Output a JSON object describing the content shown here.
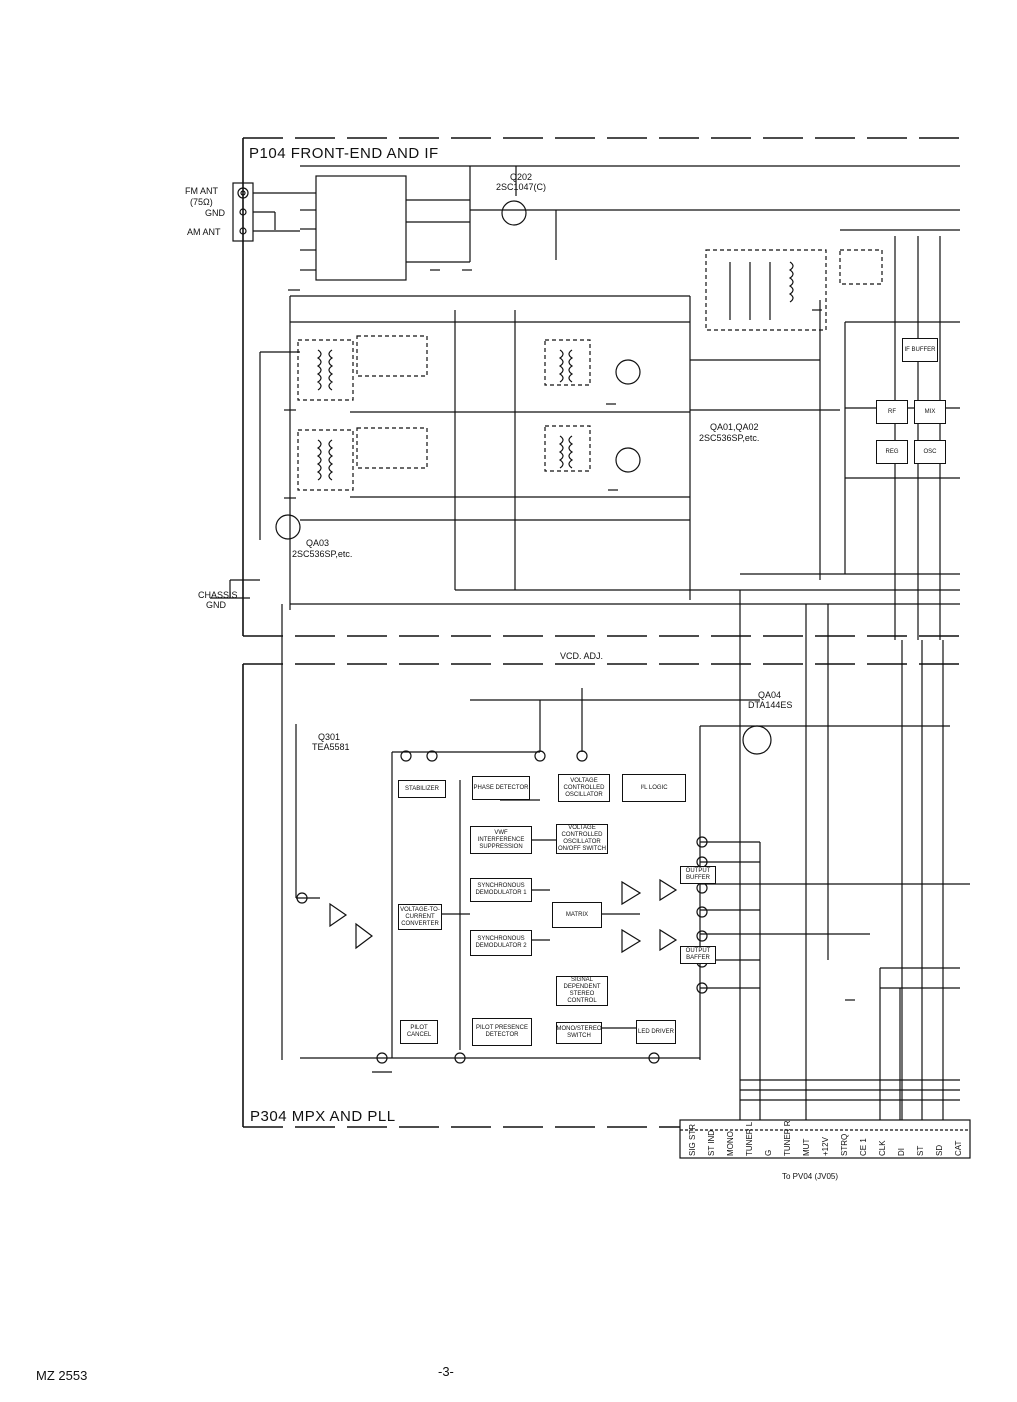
{
  "document": {
    "model": "MZ 2553",
    "page_number": "-3-"
  },
  "front_end": {
    "title": "P104 FRONT-END AND IF",
    "antenna_labels": [
      "FM ANT",
      "(75Ω)",
      "GND",
      "AM ANT"
    ],
    "chassis_gnd": [
      "CHASSIS",
      "GND"
    ],
    "transistors": [
      "Q202",
      "2SC1047(C)",
      "QA01,QA02",
      "2SC536SP,etc.",
      "QA03",
      "2SC536SP,etc."
    ],
    "blocks": [
      "RF",
      "MIX",
      "REG",
      "OSC",
      "IF BUFFER"
    ]
  },
  "mpx": {
    "title": "P304 MPX AND PLL",
    "vcd_adj": "VCD. ADJ.",
    "ic": [
      "Q301",
      "TEA5581"
    ],
    "q304": [
      "QA04",
      "DTA144ES"
    ],
    "blocks": [
      "STABILIZER",
      "PHASE DETECTOR",
      "VOLTAGE CONTROLLED OSCILLATOR",
      "I²L LOGIC",
      "VWF INTERFERENCE SUPPRESSION",
      "VOLTAGE CONTROLLED OSCILLATOR ON/OFF SWITCH",
      "SYNCHRONOUS DEMODULATOR 1",
      "SYNCHRONOUS DEMODULATOR 2",
      "VOLTAGE-TO-CURRENT CONVERTER",
      "MATRIX",
      "SIGNAL DEPENDENT STEREO CONTROL",
      "PILOT CANCEL",
      "PILOT PRESENCE DETECTOR",
      "MONO/STEREO SWITCH",
      "LED DRIVER",
      "OUTPUT BUFFER",
      "OUTPUT BAFFER"
    ],
    "connector": [
      "SIG STR",
      "ST IND",
      "MONO",
      "TUNER L",
      "G",
      "TUNER R",
      "MUT",
      "+12V",
      "STRQ",
      "CE 1",
      "CLK",
      "DI",
      "ST",
      "SD",
      "CAT"
    ],
    "to_label": "To PV04 (JV05)"
  }
}
